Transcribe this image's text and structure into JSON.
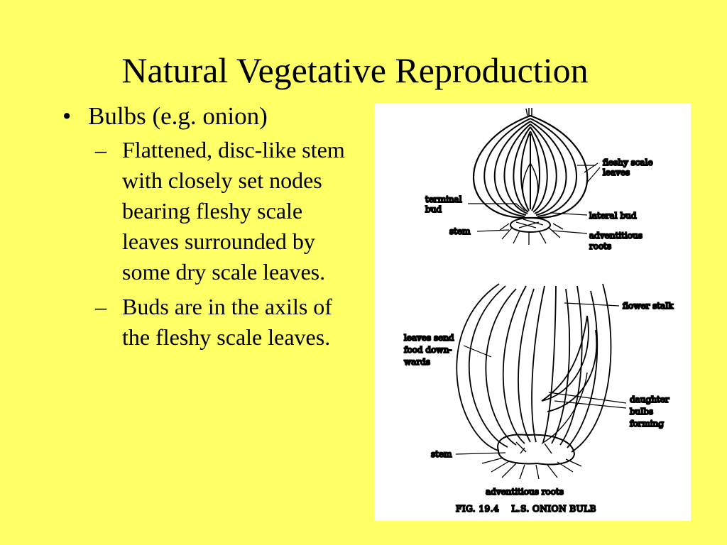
{
  "slide": {
    "title": "Natural Vegetative Reproduction"
  },
  "bullets": {
    "main": "Bulbs (e.g. onion)",
    "sub1": "Flattened, disc-like stem with closely set nodes bearing fleshy scale leaves surrounded by some dry scale leaves.",
    "sub2": "Buds are in the axils of the fleshy scale leaves."
  },
  "figure": {
    "top": {
      "fleshy_scale": "fleshy scale",
      "leaves": "leaves",
      "terminal": "terminal",
      "bud": "bud",
      "lateral_bud": "lateral bud",
      "stem": "stem",
      "adventitious": "adventitious",
      "roots": "roots"
    },
    "bottom": {
      "flower_stalk": "flower stalk",
      "leaves_send": "leaves send",
      "food_down": "food down-",
      "wards": "wards",
      "daughter": "daughter",
      "bulbs": "bulbs",
      "forming": "forming",
      "stem": "stem",
      "adventitious_roots": "adventitious roots"
    },
    "caption": "FIG. 19.4    L.S. ONION BULB"
  }
}
